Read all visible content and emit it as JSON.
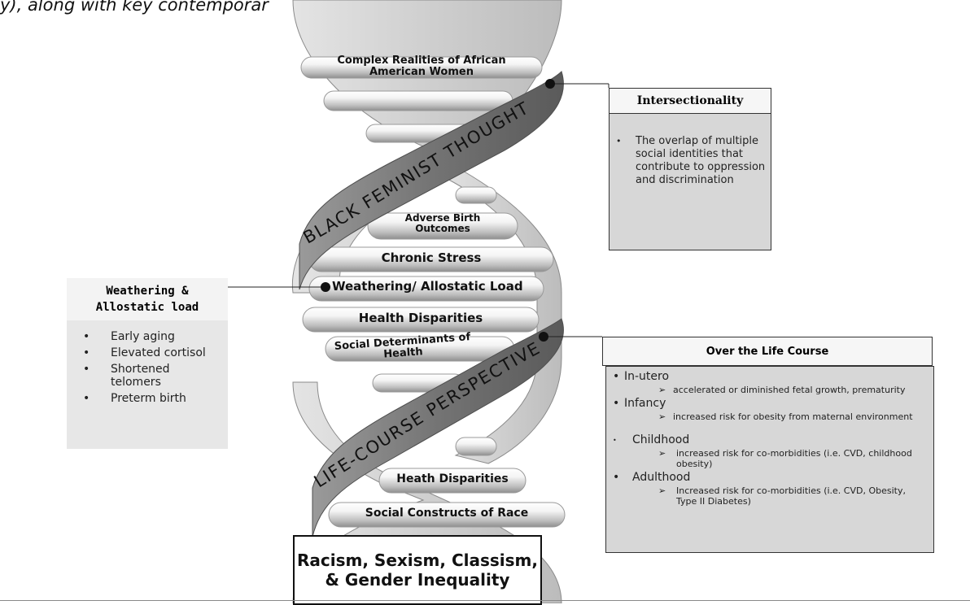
{
  "caption": "y), along with key contemporar",
  "helix": {
    "rungs": [
      "Complex Realities of African American Women",
      "Adverse Birth Outcomes",
      "Chronic Stress",
      "Weathering/ Allostatic Load",
      "Health Disparities",
      "Social Determinants of Health",
      "Heath Disparities",
      "Social Constructs of Race"
    ],
    "strand_top": "BLACK FEMINIST THOUGHT",
    "strand_bottom": "LIFE-COURSE PERSPECTIVE"
  },
  "bottom_box": "Racism, Sexism, Classism, & Gender Inequality",
  "intersectionality": {
    "title": "Intersectionality",
    "bullets": [
      "The overlap of multiple social identities that contribute to oppression and discrimination"
    ]
  },
  "weathering": {
    "title": "Weathering & Allostatic load",
    "bullets": [
      "Early aging",
      "Elevated cortisol",
      "Shortened telomers",
      "Preterm birth"
    ]
  },
  "life_course": {
    "title": "Over the Life Course",
    "stages": [
      {
        "label": "In-utero",
        "detail": "accelerated or diminished fetal growth, prematurity"
      },
      {
        "label": "Infancy",
        "detail": "increased risk for obesity from maternal environment"
      },
      {
        "label": "Childhood",
        "detail": "increased risk for co-morbidities (i.e. CVD, childhood obesity)"
      },
      {
        "label": "Adulthood",
        "detail": "Increased risk for co-morbidities (i.e. CVD, Obesity, Type II Diabetes)"
      }
    ]
  },
  "colors": {
    "panel_fill": "#d7d7d7",
    "strand_dark": "#6f6f6f",
    "strand_light": "#d2d2d2"
  }
}
